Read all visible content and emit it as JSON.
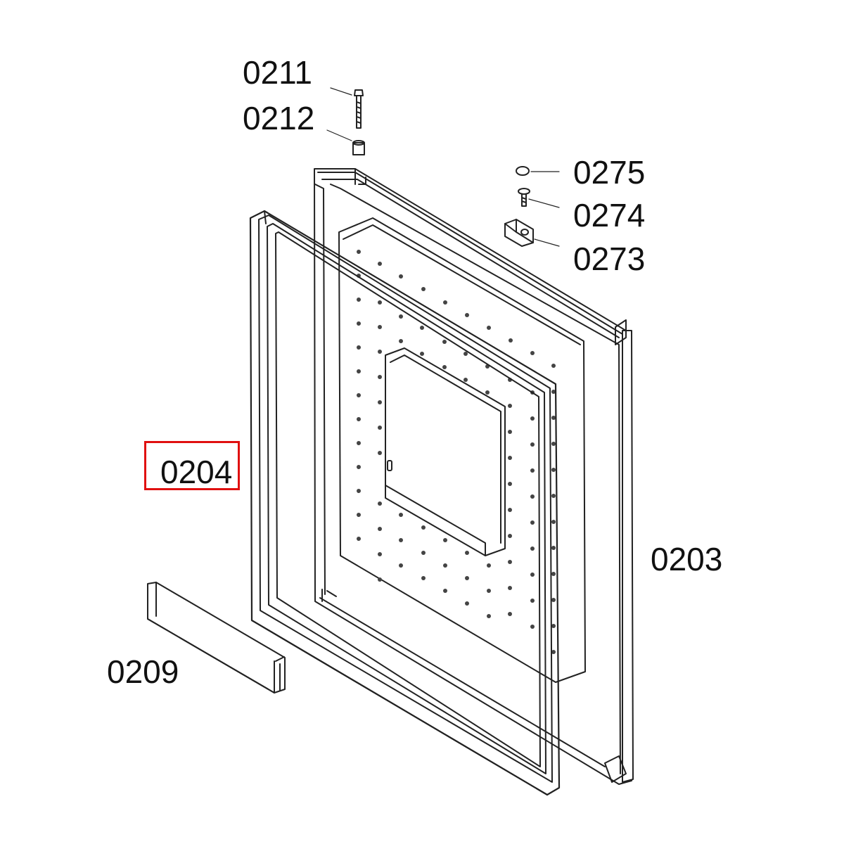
{
  "labels": {
    "p0211": "0211",
    "p0212": "0212",
    "p0275": "0275",
    "p0274": "0274",
    "p0273": "0273",
    "p0204": "0204",
    "p0203": "0203",
    "p0209": "0209"
  },
  "highlighted_part": "0204",
  "colors": {
    "highlight": "#e01010",
    "line": "#222222",
    "hole": "#444444"
  }
}
